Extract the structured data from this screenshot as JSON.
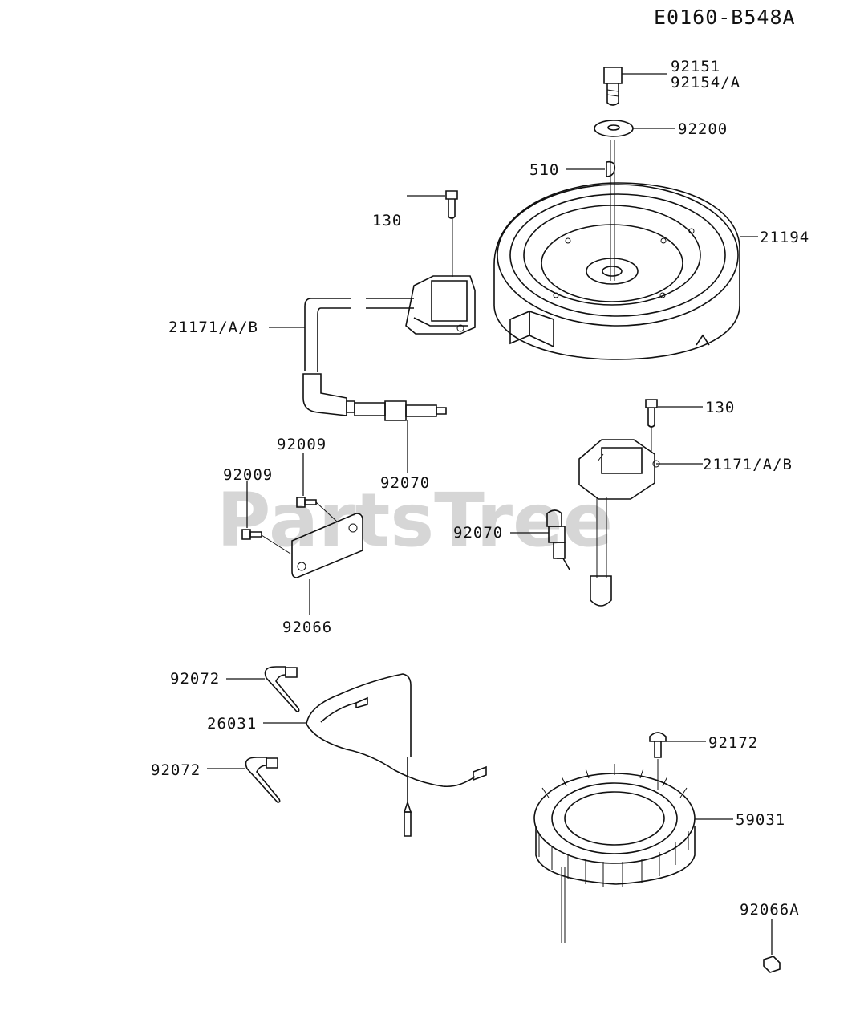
{
  "diagram_code": "E0160-B548A",
  "watermark": "PartsTree",
  "callouts": {
    "bolt_a": "92151",
    "bolt_b": "92154/A",
    "washer": "92200",
    "key": "510",
    "flywheel": "21194",
    "screw_upper": "130",
    "coil_upper": "21171/A/B",
    "plug_upper": "92070",
    "screw_mid_top": "92009",
    "screw_mid_left": "92009",
    "screw_lower": "130",
    "coil_lower": "21171/A/B",
    "plug_lower": "92070",
    "plate": "92066",
    "clamp_top": "92072",
    "harness": "26031",
    "clamp_bottom": "92072",
    "stator_screw": "92172",
    "stator": "59031",
    "nut": "92066A"
  }
}
